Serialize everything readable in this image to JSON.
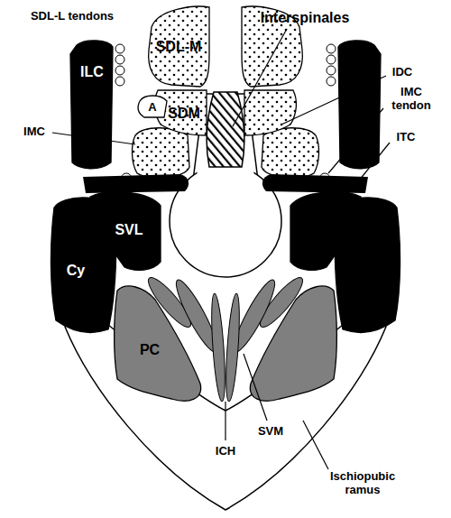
{
  "diagram": {
    "nodes": [
      {
        "text": [
          "SDL-M"
        ]
      },
      {
        "text": [
          "ILC"
        ]
      },
      {
        "text": [
          "SDM"
        ]
      },
      {
        "text": [
          "A"
        ]
      },
      {
        "text": [
          "SVL"
        ]
      },
      {
        "text": [
          "Cy"
        ]
      },
      {
        "text": [
          "PC"
        ]
      }
    ],
    "labels": [
      "SDL-L tendons",
      "Interspinales",
      "IDC",
      "IMC",
      "IMC tendon",
      "ITC",
      "ICH",
      "SVM",
      "Ischiopubic ramus"
    ]
  }
}
